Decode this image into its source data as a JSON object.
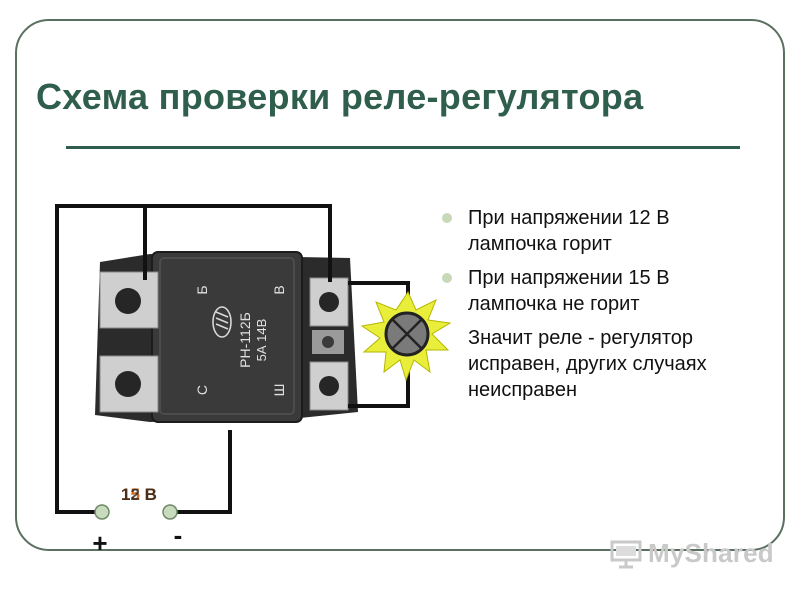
{
  "title": "Схема проверки реле-регулятора",
  "bullets": [
    {
      "text": "При напряжении 12 В лампочка горит",
      "marker": true
    },
    {
      "text": "При напряжении 15 В лампочка не горит",
      "marker": true
    },
    {
      "text": "Значит реле - регулятор исправен, других случаях неисправен",
      "marker": false
    }
  ],
  "device": {
    "label_b": "Б",
    "label_v": "В",
    "label_s": "С",
    "label_sh": "Ш",
    "model": "РН-112Б",
    "spec": "5А 14В"
  },
  "supply": {
    "voltage_a": "12 В",
    "voltage_b": "15 В",
    "plus": "+",
    "minus": "-"
  },
  "watermark": {
    "text": "MyShared",
    "icon": "presentation-board-icon"
  },
  "colors": {
    "title": "#2f5e4c",
    "lamp_glow": "#e8ee3a",
    "terminal": "#c9dbbf",
    "watermark": "#c9c9c9"
  }
}
